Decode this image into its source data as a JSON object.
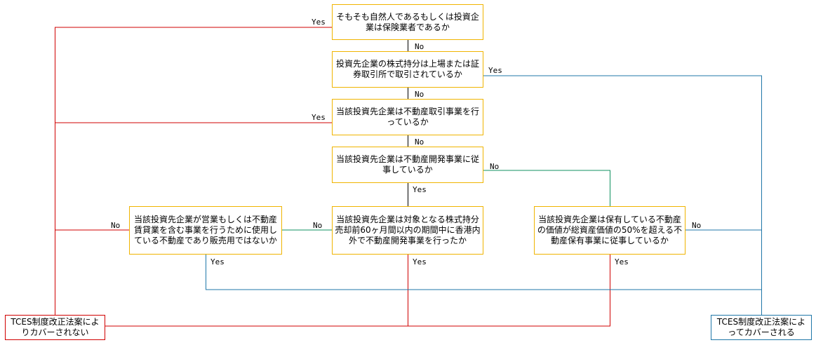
{
  "colors": {
    "question_border": "#f0b400",
    "red_line": "#d00000",
    "blue_line": "#1f77a8",
    "green_line": "#109060",
    "black_line": "#000000"
  },
  "nodes": {
    "q1": "そもそも自然人であるもしくは投資企業は保険業者であるか",
    "q2": "投資先企業の株式持分は上場または証券取引所で取引されているか",
    "q3": "当該投資先企業は不動産取引事業を行っているか",
    "q4": "当該投資先企業は不動産開発事業に従事しているか",
    "q5": "当該投資先企業は対象となる株式持分売却前60ヶ月間以内の期間中に香港内外で不動産開発事業を行ったか",
    "q6": "当該投資先企業が営業もしくは不動産賃貸業を含む事業を行うために使用している不動産であり販売用ではないか",
    "q7": "当該投資先企業は保有している不動産の価値が総資産価値の50%を超える不動産保有事業に従事しているか",
    "not_covered": "TCES制度改正法案によりカバーされない",
    "covered": "TCES制度改正法案によってカバーされる"
  },
  "labels": {
    "q1_yes": "Yes",
    "q1_no": "No",
    "q2_yes": "Yes",
    "q2_no": "No",
    "q3_yes": "Yes",
    "q3_no": "No",
    "q4_yes": "Yes",
    "q4_no": "No",
    "q5_no": "No",
    "q5_yes": "Yes",
    "q6_no": "No",
    "q6_yes": "Yes",
    "q7_no": "No",
    "q7_yes": "Yes"
  }
}
